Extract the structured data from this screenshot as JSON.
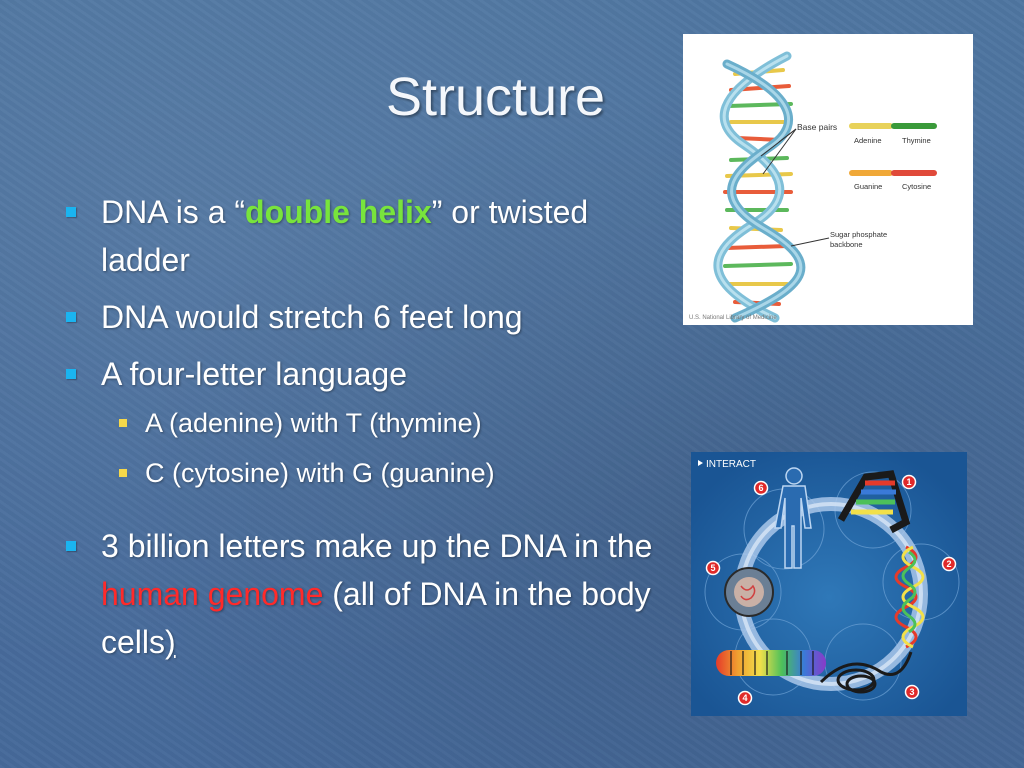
{
  "slide": {
    "title": "Structure",
    "bullets": {
      "b1": {
        "pre": "DNA is a “",
        "highlight": "double helix",
        "post": "” or twisted ladder"
      },
      "b2": {
        "text": "DNA would stretch 6 feet long"
      },
      "b3": {
        "text": "A four-letter language"
      },
      "b3a": {
        "text": "A (adenine) with T (thymine)"
      },
      "b3b": {
        "text": "C (cytosine) with G (guanine)"
      },
      "b4": {
        "pre": "3 billion letters make up the DNA in the ",
        "highlight": "human genome",
        "post": " (all of  DNA in the body cells",
        "end": ")"
      }
    }
  },
  "helix_figure": {
    "label_base_pairs": "Base pairs",
    "label_adenine": "Adenine",
    "label_thymine": "Thymine",
    "label_guanine": "Guanine",
    "label_cytosine": "Cytosine",
    "label_backbone_1": "Sugar phosphate",
    "label_backbone_2": "backbone",
    "credit": "U.S. National Library of Medicine"
  },
  "interact_figure": {
    "header": "INTERACT",
    "steps": [
      "1",
      "2",
      "3",
      "4",
      "5",
      "6"
    ]
  },
  "colors": {
    "background": "#4a6f9a",
    "bullet_primary": "#1ab4f0",
    "bullet_secondary": "#f6d94a",
    "highlight_green": "#78e43c",
    "highlight_red": "#ff2a2a"
  }
}
